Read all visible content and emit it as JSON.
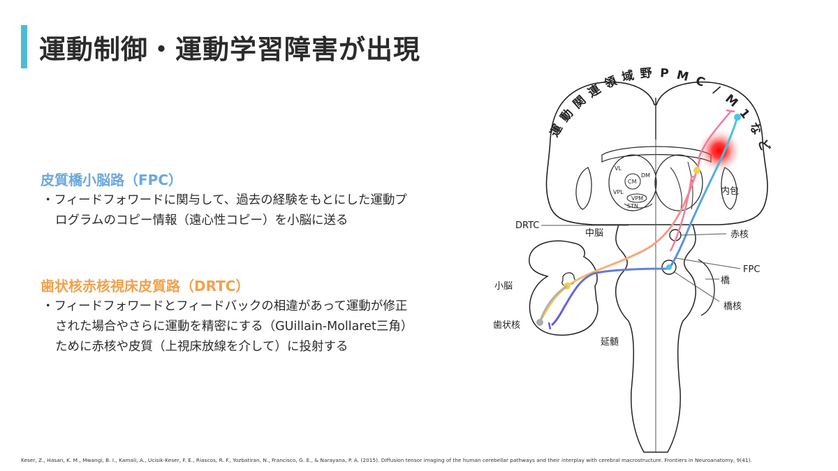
{
  "title": "運動制御・運動学習障害が出現",
  "sections": [
    {
      "heading": "皮質橋小脳路（FPC）",
      "lines": [
        "・フィードフォワードに関与して、過去の経験をもとにした運動プ",
        "ログラムのコピー情報（遠心性コピー）を小脳に送る"
      ]
    },
    {
      "heading": "歯状核赤核視床皮質路（DRTC）",
      "lines": [
        "・フィードフォワードとフィードバックの相違があって運動が修正",
        "された場合やさらに運動を精密にする（GUillain-Mollaret三角）",
        "ために赤核や皮質（上視床放線を介して）に投射する"
      ]
    }
  ],
  "diagram": {
    "arc_title": [
      "運",
      "動",
      "関",
      "連",
      "領",
      "域",
      "野",
      "P",
      "M",
      "C",
      "/",
      "M",
      "1",
      "な",
      "ど"
    ],
    "labels": {
      "DRTC": "DRTC",
      "FPC": "FPC",
      "naihou": "内包",
      "chuno": "中脳",
      "sekikaku": "赤核",
      "kyou": "橋",
      "kyoukaku": "橋核",
      "shonou": "小脳",
      "shijoukaku": "歯状核",
      "enzui": "延髄"
    },
    "thalamus_labels": {
      "VL": "VL",
      "CM": "CM",
      "DM": "DM",
      "VPL": "VPL",
      "VPM": "VPM",
      "STN": "STN"
    },
    "colors": {
      "accent": "#4dbbd5",
      "fpc": "#6aa8dc",
      "drtc": "#f2a14a",
      "hotspot": "#ff0000"
    }
  },
  "citation": "Keser, Z., Hasan, K. M., Mwangi, B. I., Kamali, A., Ucisik-Keser, F. E., Riascos, R. F., Yozbatiran, N., Francisco, G. E., & Narayana, P. A. (2015). Diffusion tensor imaging of the human cerebellar pathways and their interplay with cerebral macrostructure. Frontiers in Neuroanatomy, 9(41)."
}
